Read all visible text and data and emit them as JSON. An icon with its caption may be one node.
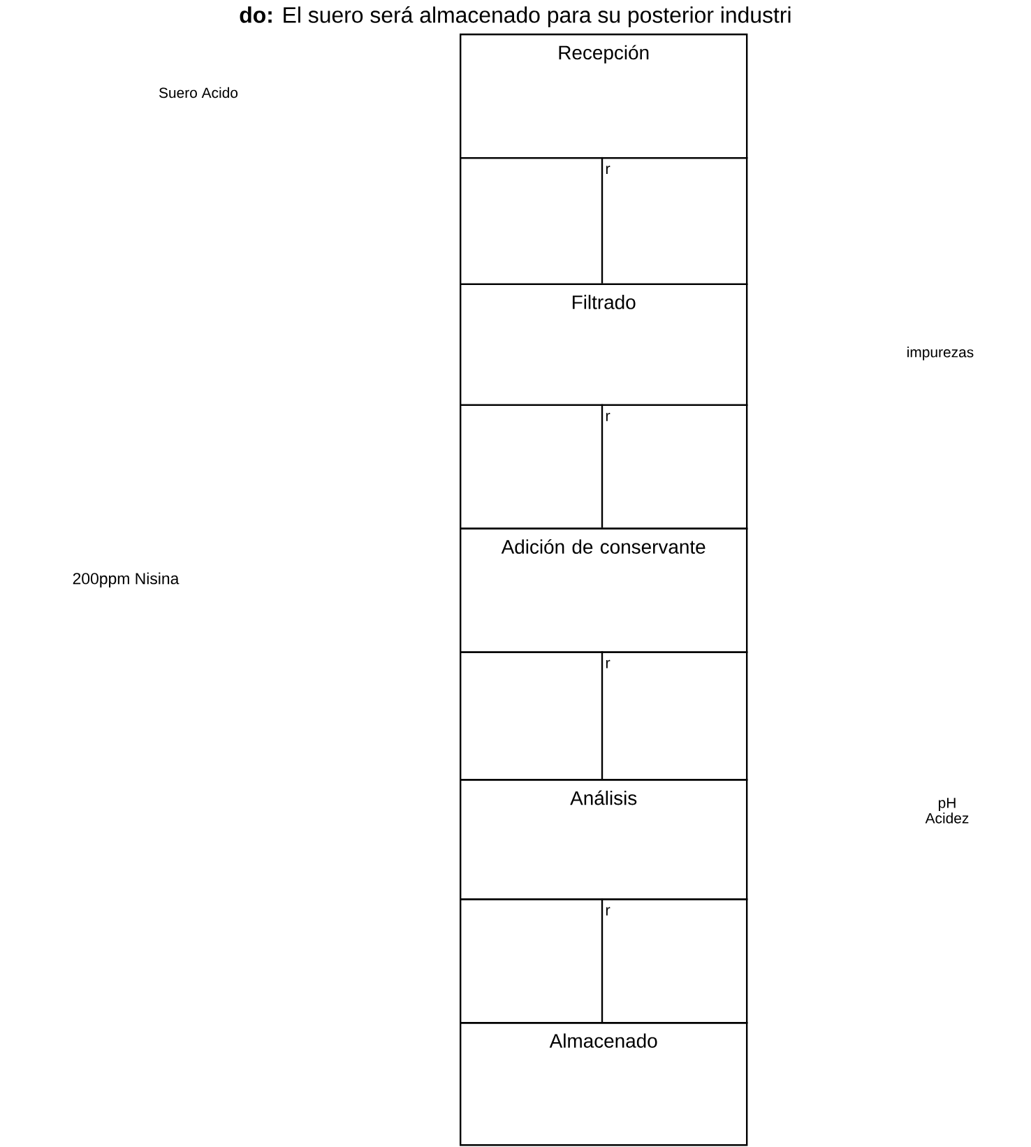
{
  "diagram": {
    "nodes": [
      {
        "text": [
          "Recepción"
        ]
      },
      {
        "text": [
          "r"
        ]
      },
      {
        "text": [
          "Filtrado"
        ]
      },
      {
        "text": [
          "r"
        ]
      },
      {
        "text": [
          "Adición de conservante"
        ]
      },
      {
        "text": [
          "r"
        ]
      },
      {
        "text": [
          "Análisis"
        ]
      },
      {
        "text": [
          "r"
        ]
      },
      {
        "text": [
          "Almacenado"
        ]
      }
    ],
    "edges": [],
    "labels": [
      "**do:** El suero será almacenado para su posterior industri",
      "Suero Acido",
      "impurezas",
      "200ppm Nisina",
      "pH Acidez"
    ]
  }
}
